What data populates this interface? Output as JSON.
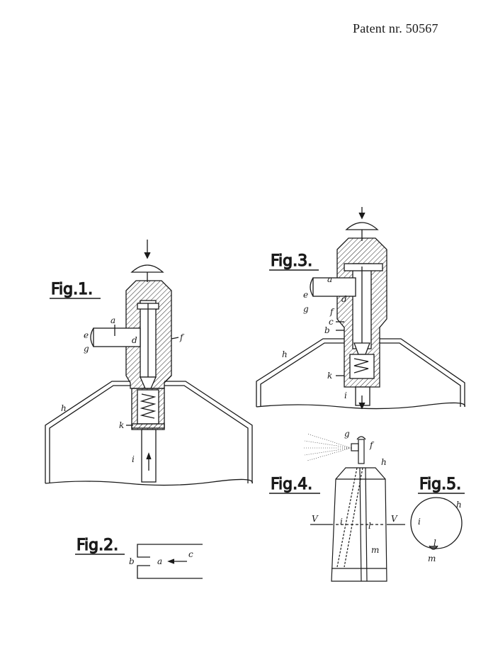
{
  "header": {
    "patent_number": "Patent nr. 50567"
  },
  "figures": [
    {
      "id": "fig1",
      "title": "Fig.1."
    },
    {
      "id": "fig2",
      "title": "Fig.2."
    },
    {
      "id": "fig3",
      "title": "Fig.3."
    },
    {
      "id": "fig4",
      "title": "Fig.4."
    },
    {
      "id": "fig5",
      "title": "Fig.5."
    }
  ],
  "labels": {
    "fig1": [
      "a",
      "e",
      "g",
      "d",
      "f",
      "h",
      "k",
      "i"
    ],
    "fig2": [
      "b",
      "a",
      "c"
    ],
    "fig3": [
      "a",
      "e",
      "g",
      "d",
      "f",
      "c",
      "b",
      "h",
      "k",
      "i"
    ],
    "fig4": [
      "g",
      "f",
      "h",
      "V",
      "i",
      "l",
      "V",
      "m"
    ],
    "fig5": [
      "h",
      "i",
      "l",
      "m"
    ]
  }
}
